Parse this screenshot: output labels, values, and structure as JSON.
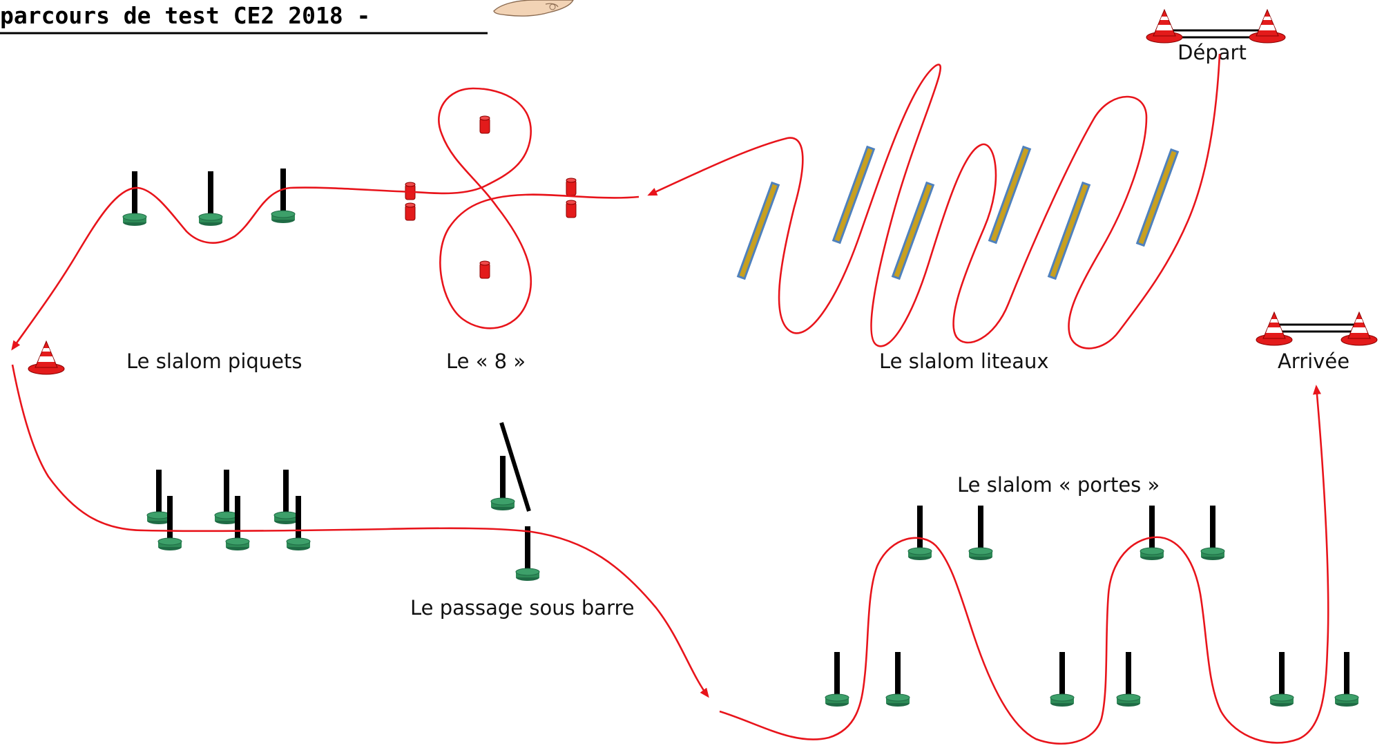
{
  "title": "parcours de test CE2 2018 -",
  "labels": {
    "depart": "Départ",
    "arrivee": "Arrivée",
    "slalom_piquets": "Le slalom piquets",
    "huit": "Le « 8 »",
    "slalom_liteaux": "Le slalom liteaux",
    "passage_sous_barre": "Le passage sous barre",
    "slalom_portes": "Le slalom « portes »"
  },
  "colors": {
    "route": "#e8141b",
    "cone": "#e8141b",
    "pole": "#000000",
    "pole_base": "#2e8b57",
    "plot": "#e8141b",
    "liteau_fill": "#c8a020",
    "liteau_edge": "#4f81bd"
  },
  "icons": [
    "traffic-cone-icon",
    "hand-icon",
    "route-arrow-icon"
  ]
}
